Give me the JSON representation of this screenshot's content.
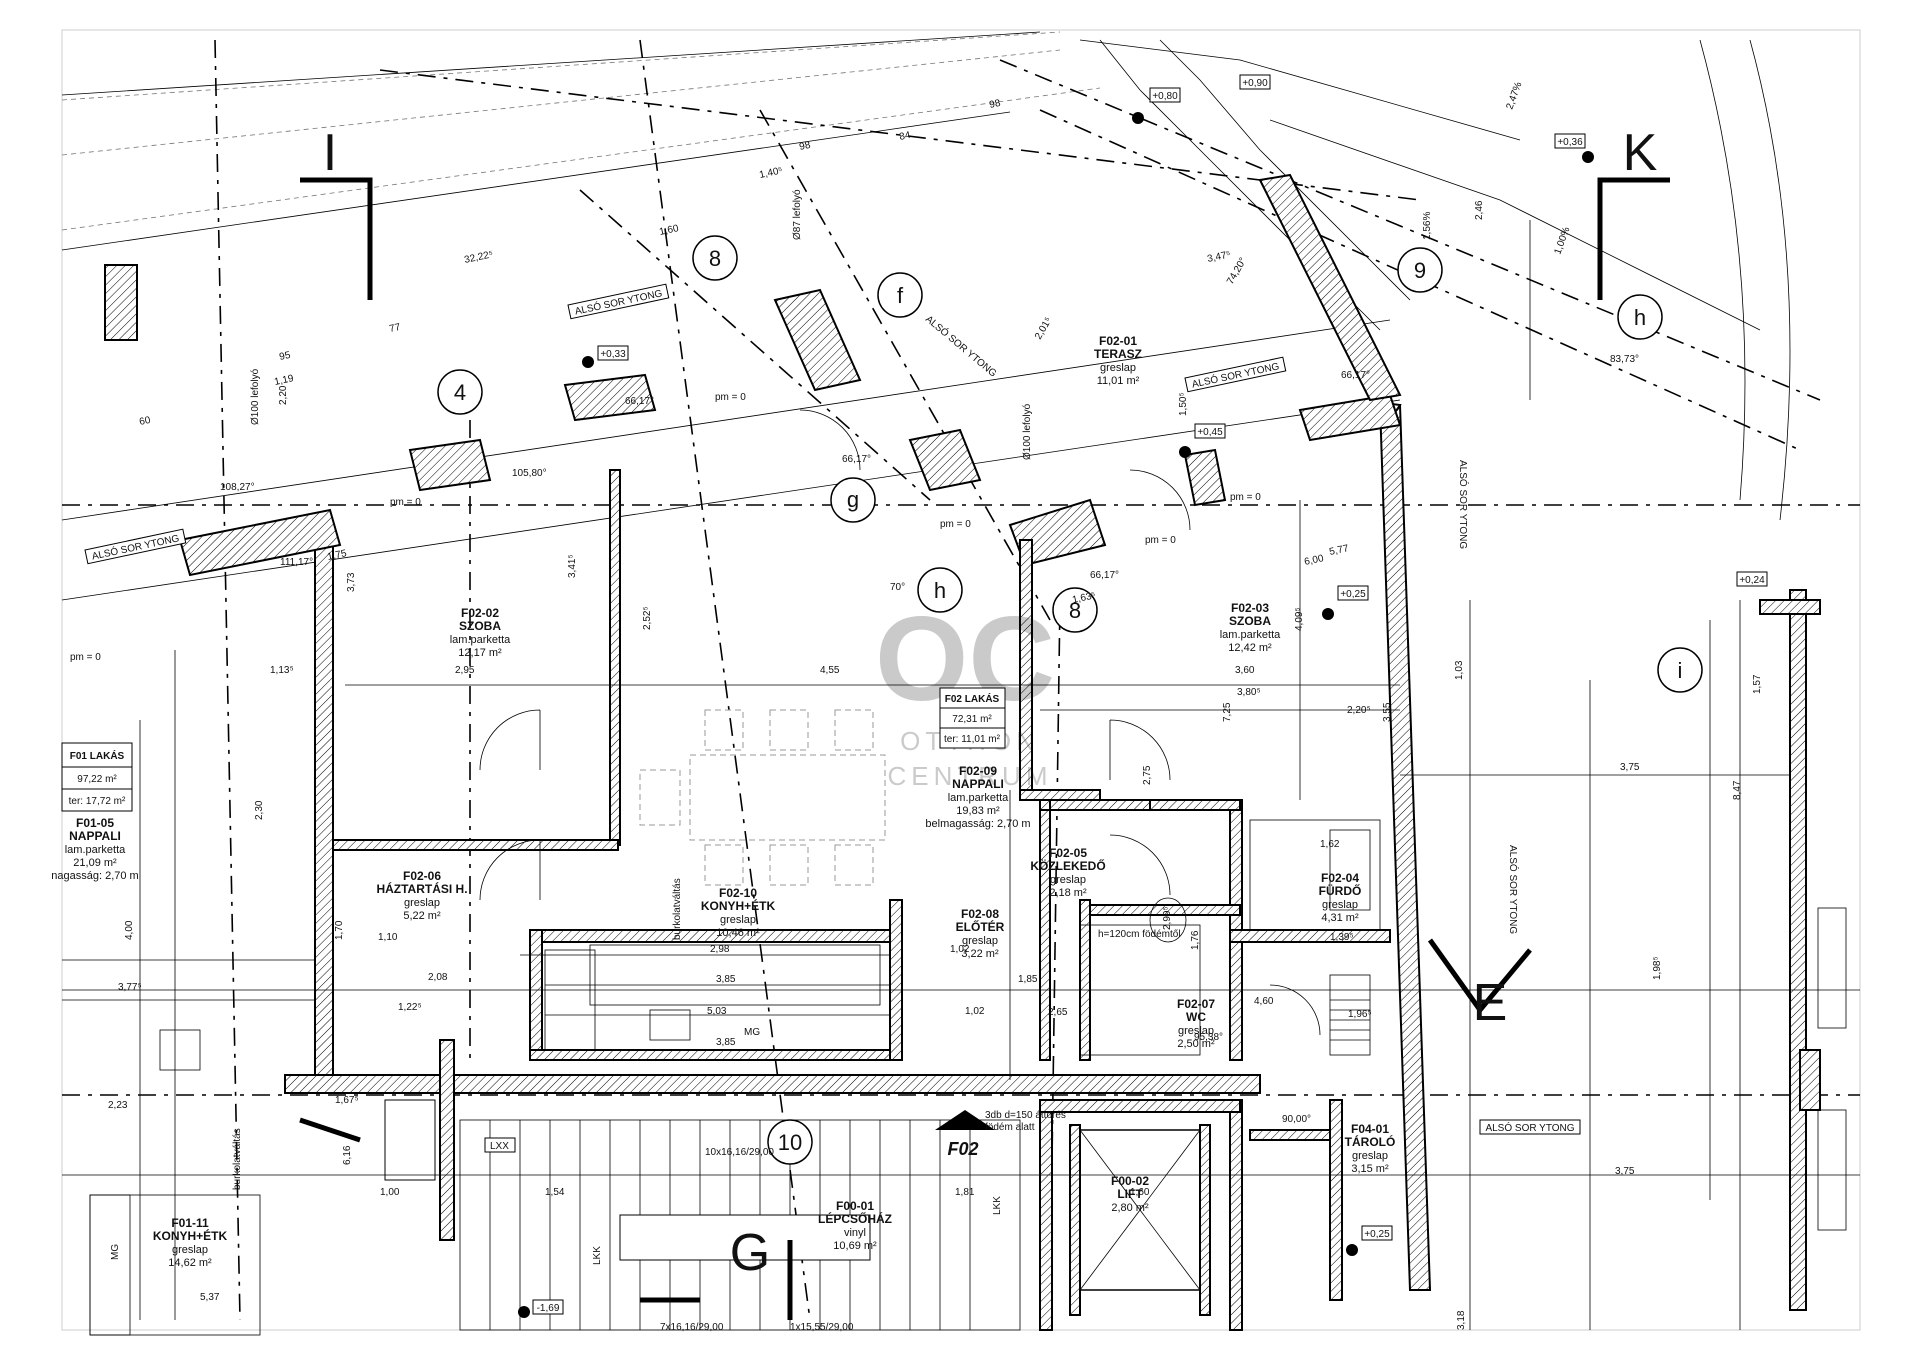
{
  "rooms": {
    "szoba1": {
      "id": "F02-02",
      "name": "SZOBA",
      "floor": "lam.parketta",
      "area": "12,17 m²"
    },
    "szoba2": {
      "id": "F02-03",
      "name": "SZOBA",
      "floor": "lam.parketta",
      "area": "12,42 m²"
    },
    "terasz": {
      "id": "F02-01",
      "name": "TERASZ",
      "floor": "greslap",
      "area": "11,01 m²"
    },
    "nappali": {
      "id": "F02-09",
      "name": "NAPPALI",
      "floor": "lam.parketta",
      "area": "19,83 m²",
      "height": "belmagasság: 2,70 m"
    },
    "haztartasi": {
      "id": "F02-06",
      "name": "HÁZTARTÁSI H.",
      "floor": "greslap",
      "area": "5,22 m²"
    },
    "konyha": {
      "id": "F02-10",
      "name": "KONYH+ÉTK",
      "floor": "greslap",
      "area": "10,46 m²"
    },
    "eloter": {
      "id": "F02-08",
      "name": "ELŐTÉR",
      "floor": "greslap",
      "area": "3,22 m²"
    },
    "kozleked": {
      "id": "F02-05",
      "name": "KÖZLEKEDŐ",
      "floor": "greslap",
      "area": "2,18 m²"
    },
    "furdo": {
      "id": "F02-04",
      "name": "FÜRDŐ",
      "floor": "greslap",
      "area": "4,31 m²"
    },
    "wc": {
      "id": "F02-07",
      "name": "WC",
      "floor": "greslap",
      "area": "2,50 m²"
    },
    "lift": {
      "id": "F00-02",
      "name": "LIFT",
      "area": "2,80 m²"
    },
    "lepcsohaz": {
      "id": "F00-01",
      "name": "LÉPCSŐHÁZ",
      "floor": "vinyl",
      "area": "10,69 m²"
    },
    "tarolo": {
      "id": "F04-01",
      "name": "TÁROLÓ",
      "floor": "greslap",
      "area": "3,15 m²"
    },
    "f01nappali": {
      "id": "F01-05",
      "name": "NAPPALI",
      "floor": "lam.parketta",
      "area": "21,09 m²",
      "height": "nagasság: 2,70 m"
    },
    "f01konyha": {
      "id": "F01-11",
      "name": "KONYH+ÉTK",
      "floor": "greslap",
      "area": "14,62 m²"
    }
  },
  "flats": {
    "f02": {
      "title": "F02 LAKÁS",
      "area": "72,31 m²",
      "terrace": "ter: 11,01 m²"
    },
    "f01": {
      "title": "F01 LAKÁS",
      "area": "97,22 m²",
      "terrace": "ter: 17,72 m²"
    }
  },
  "grid_marks": [
    "4",
    "8",
    "f",
    "g",
    "h",
    "8",
    "9",
    "h",
    "i",
    "10"
  ],
  "section_letters": [
    "I",
    "K",
    "E",
    "G"
  ],
  "floor_label": "F02",
  "watermark": {
    "initials": "OC",
    "line1": "OTTHON",
    "line2": "CENTRUM"
  },
  "level_marks": [
    "+0,80",
    "+0,90",
    "+0,36",
    "+0,33",
    "+0,45",
    "+0,25",
    "+0,24",
    "+0,25",
    "-1,69"
  ],
  "wall_labels": [
    "ALSÓ SOR YTONG",
    "ALSÓ SOR YTONG",
    "ALSÓ SOR YTONG",
    "ALSÓ SOR YTONG",
    "ALSÓ SOR YTONG",
    "ALSÓ SOR YTONG"
  ],
  "notes": {
    "pipe1": "Ø100 lefolyó",
    "pipe2": "Ø87 lefolyó",
    "pipe3": "Ø100 lefolyó",
    "floorsplit1": "burkolatváltás",
    "floorsplit2": "burkolatváltás",
    "ceiling": "h=120cm födémtől",
    "through": "3db d=150 áttörés",
    "through2": "födém alatt",
    "pm": "pm = 0",
    "stairs1": "10x16,16/29,00",
    "stairs2": "7x16,16/29,00",
    "stairs3": "1x15,55/29,00",
    "mg": "MG",
    "lxx": "LXX",
    "lkk": "LKK"
  },
  "dims": [
    "32,22⁵",
    "1,60",
    "1,40⁵",
    "98",
    "84",
    "98",
    "77",
    "95",
    "60",
    "1,19",
    "2,20",
    "1,75",
    "1,13⁵",
    "2,95",
    "4,55",
    "3,60",
    "3,80⁵",
    "2,20⁵",
    "3,75",
    "1,62",
    "1,39⁵",
    "1,96⁵",
    "2,98",
    "3,85",
    "3,85",
    "5,03",
    "1,02",
    "1,85",
    "2,65",
    "2,08",
    "1,10",
    "1,22⁵",
    "1,67⁵",
    "1,54",
    "1,00",
    "1,81",
    "1,60",
    "1,02",
    "3,75",
    "7,25",
    "3,55",
    "1,03",
    "1,57",
    "1,98⁵",
    "8,47",
    "4,00",
    "3,77⁵",
    "2,23",
    "5,37",
    "2,30",
    "1,70",
    "6,16",
    "2,75",
    "1,76",
    "2,99⁵",
    "2,52⁵",
    "3,41⁵",
    "3,73",
    "4,09⁵",
    "1,50⁵",
    "3,47⁵",
    "2,01⁵",
    "1,63⁵",
    "5,77",
    "6,00",
    "4,60",
    "3,18",
    "2,46",
    "1,56%",
    "2,47%",
    "1,00%",
    "74,20°",
    "108,27°",
    "111,17°",
    "105,80°",
    "66,17°",
    "66,17°",
    "66,17°",
    "66,17°",
    "83,73°",
    "90,00°",
    "95,38°",
    "70°"
  ]
}
